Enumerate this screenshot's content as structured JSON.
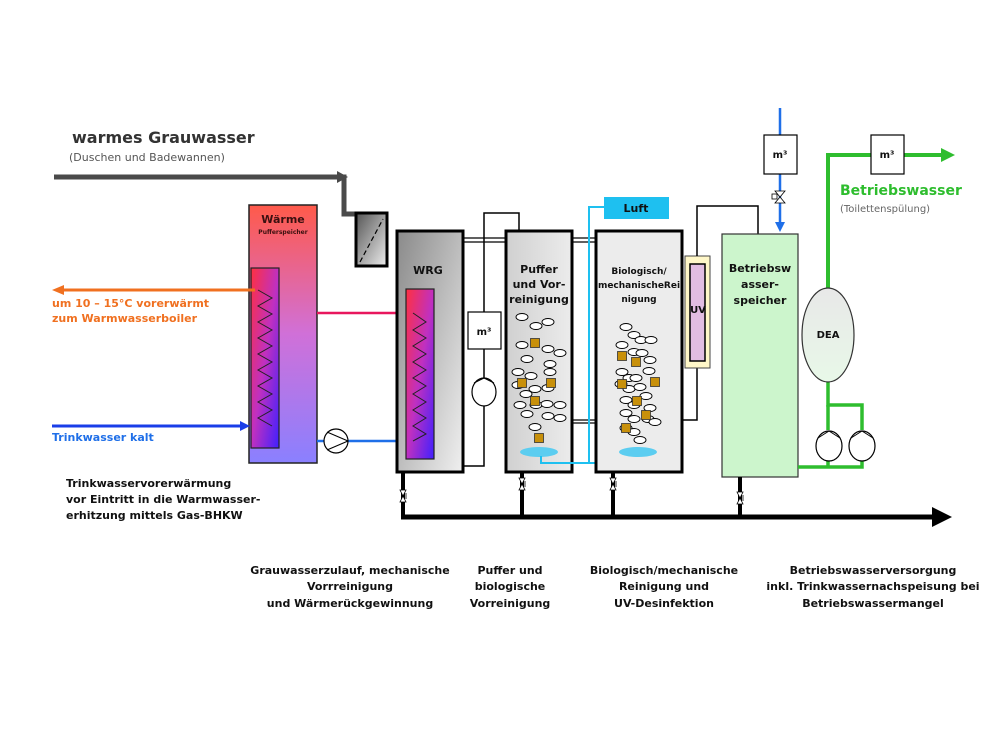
{
  "colors": {
    "grey_pipe": "#4a4a4a",
    "hot_pipe": "#e8175d",
    "orange": "#f07020",
    "cold_blue": "#1a3ee8",
    "mid_blue": "#1f6fe8",
    "air_cyan": "#1ec0f0",
    "green": "#2ebd2e",
    "black": "#000000",
    "service_tank_fill": "#ccf5cc",
    "uv_fill": "#e2bde2",
    "uv_frame": "#fff7c8",
    "particle": "#c8900a"
  },
  "inflow": {
    "title": "warmes Grauwasser",
    "subtitle": "(Duschen und Badewannen)"
  },
  "heat_storage": {
    "title": "Wärme",
    "subtitle": "Pufferspeicher"
  },
  "preheated_outflow": {
    "line1": "um 10 – 15°C vorerwärmt",
    "line2": "zum Warmwasserboiler"
  },
  "cold_inflow": {
    "label": "Trinkwasser  kalt"
  },
  "preheating_note": {
    "line1": "Trinkwasservorerwärmung",
    "line2": "vor  Eintritt in die Warmwasser-",
    "line3": "erhitzung mittels Gas-BHKW"
  },
  "wrg": {
    "label": "WRG"
  },
  "buffer": {
    "line1": "Puffer",
    "line2": "und Vor-",
    "line3": "reinigung"
  },
  "meter_label": "m³",
  "air": {
    "label": "Luft"
  },
  "bio": {
    "line1": "Biologisch/",
    "line2": "mechanischeRei",
    "line3": "nigung"
  },
  "uv": {
    "label": "UV"
  },
  "service_tank": {
    "line1": "Betriebsw",
    "line2": "asser-",
    "line3": "speicher"
  },
  "dea": {
    "label": "DEA"
  },
  "service_water": {
    "title": "Betriebswasser",
    "subtitle": "(Toilettenspülung)"
  },
  "stages": [
    {
      "lines": [
        "Grauwasserzulauf,  mechanische",
        "Vorrreinigung",
        "und Wärmerückgewinnung"
      ]
    },
    {
      "lines": [
        "Puffer und",
        "biologische",
        "Vorreinigung"
      ]
    },
    {
      "lines": [
        "Biologisch/mechanische",
        "Reinigung  und",
        "UV-Desinfektion"
      ]
    },
    {
      "lines": [
        "Betriebswasserversorgung",
        "inkl. Trinkwassernachspeisung  bei",
        "Betriebswassermangel"
      ]
    }
  ]
}
